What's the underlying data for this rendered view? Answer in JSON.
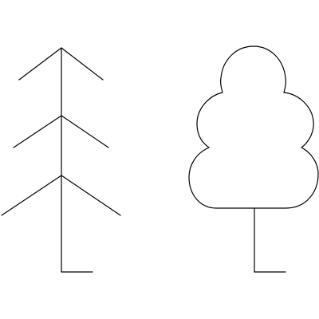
{
  "drawing": {
    "background_color": "#ffffff",
    "stroke_color": "#000000",
    "trees": [
      {
        "name": "conifer-tree",
        "kind": "pine"
      },
      {
        "name": "deciduous-tree",
        "kind": "broadleaf"
      }
    ]
  }
}
